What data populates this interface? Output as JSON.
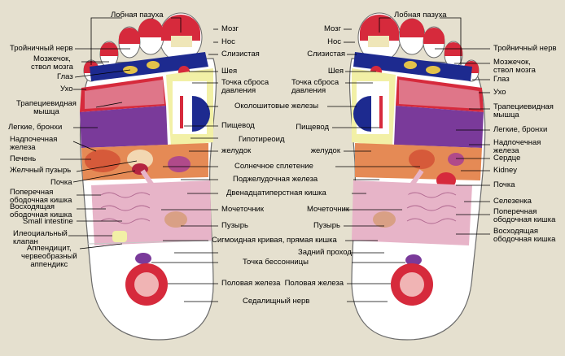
{
  "colors": {
    "background": "#e5e0cf",
    "foot_outline": "#ffffff",
    "zone_red": "#d62a3c",
    "zone_navy": "#1d2a8f",
    "zone_purple": "#7a3a9a",
    "zone_pink": "#e7b4c8",
    "zone_yellow": "#f2f0a6",
    "zone_orange": "#e58a55"
  },
  "labels": {
    "frontal_sinus": "Лобная пазуха",
    "trigeminal": "Тройничный нерв",
    "cerebellum": "Мозжечок,\nствол мозга",
    "eye": "Глаз",
    "ear": "Ухо",
    "trapezius": "Трапециевидная\nмышца",
    "lungs": "Легкие, бронхи",
    "adrenal": "Надпочечная\nжелеза",
    "liver": "Печень",
    "gallbladder": "Желчный пузырь",
    "kidney": "Почка",
    "transverse_colon": "Поперечная\nободочная кишка",
    "ascending_colon": "Восходящая\nободочная кишка",
    "small_intestine": "Small intestine",
    "ileocecal": "Илеоциальный\nклапан",
    "appendix": "Аппендицит,\nчервеобразный\nаппендикс",
    "heart": "Сердце",
    "kidney_en": "Kidney",
    "spleen": "Селезенка",
    "descending_colon": "Восходящая\nободочная кишка",
    "brain": "Мозг",
    "nose": "Нос",
    "mucosa": "Слизистая",
    "neck": "Шея",
    "pressure_point": "Точка сброса\nдавления",
    "thyroid": "Околошитовые железы",
    "esophagus": "Пищевод",
    "hypothyroid": "Гипотиреоид",
    "stomach": "желудок",
    "solar_plexus": "Солнечное сплетение",
    "pancreas": "Поджелудочная железа",
    "duodenum": "Двенадцатиперстная кишка",
    "ureter": "Мочеточник",
    "bladder": "Пузырь",
    "sigmoid": "Сигмоидная кривая, прямая кишка",
    "anus": "Задний проход",
    "insomnia": "Точка бессонницы",
    "genital": "Половая железа",
    "sciatic": "Седалищный нерв"
  }
}
